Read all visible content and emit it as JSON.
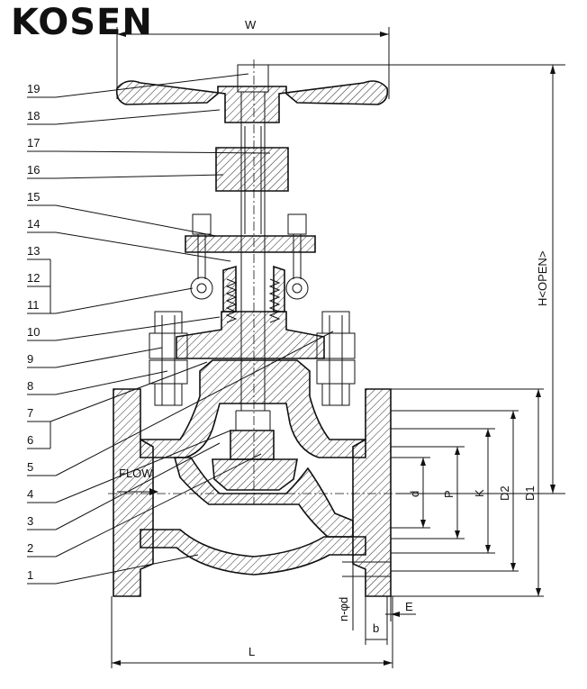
{
  "brand": {
    "logo_text": "KOSEN"
  },
  "parts": {
    "numbers": [
      "19",
      "18",
      "17",
      "16",
      "15",
      "14",
      "13",
      "12",
      "11",
      "10",
      "9",
      "8",
      "7",
      "6",
      "5",
      "4",
      "3",
      "2",
      "1"
    ]
  },
  "dimensions": {
    "w": "W",
    "h_open": "H<OPEN>",
    "d": "d",
    "p": "P",
    "k": "K",
    "d2": "D2",
    "d1": "D1",
    "l": "L",
    "b": "b",
    "e": "E",
    "n_phi_d": "n-φd"
  },
  "annotations": {
    "flow": "FLOW"
  }
}
